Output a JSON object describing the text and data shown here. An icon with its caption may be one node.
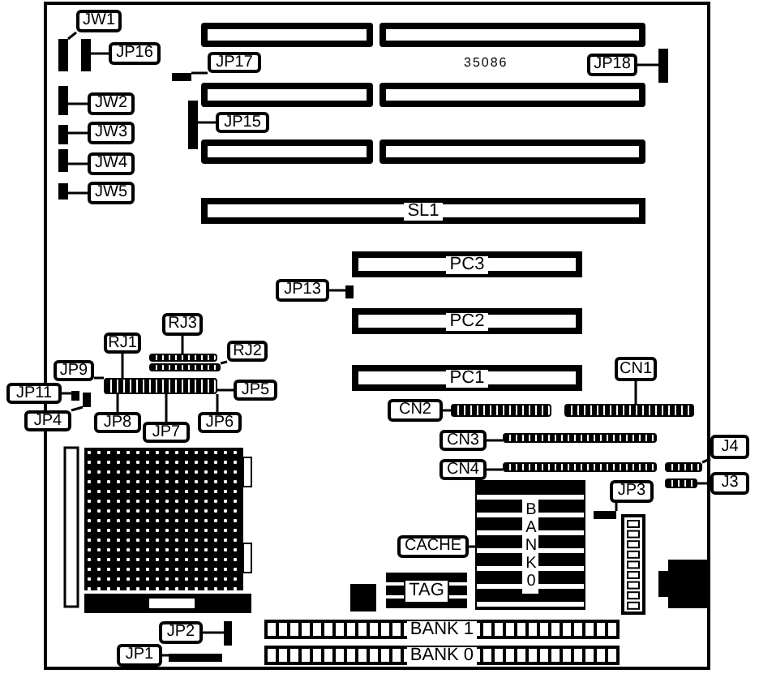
{
  "diagram": {
    "nodes": [
      {
        "text": [
          "JW1"
        ]
      },
      {
        "text": [],
        "shape": "box"
      },
      {
        "text": [
          "JP16"
        ]
      },
      {
        "text": [],
        "shape": "box"
      },
      {
        "text": [],
        "shape": "bar"
      },
      {
        "text": [],
        "shape": "bar"
      },
      {
        "text": [
          "JP17"
        ]
      },
      {
        "text": [],
        "shape": "box"
      },
      {
        "text": [
          "JP18"
        ]
      },
      {
        "text": [],
        "shape": "box"
      },
      {
        "text": [
          "JW2"
        ]
      },
      {
        "text": [],
        "shape": "box"
      },
      {
        "text": [],
        "shape": "bar"
      },
      {
        "text": [],
        "shape": "bar"
      },
      {
        "text": [
          "JP15"
        ]
      },
      {
        "text": [],
        "shape": "box"
      },
      {
        "text": [
          "JW3"
        ]
      },
      {
        "text": [],
        "shape": "box"
      },
      {
        "text": [
          "JW4"
        ]
      },
      {
        "text": [],
        "shape": "box"
      },
      {
        "text": [],
        "shape": "bar"
      },
      {
        "text": [],
        "shape": "bar"
      },
      {
        "text": [
          "JW5"
        ]
      },
      {
        "text": [],
        "shape": "box"
      },
      {
        "text": [
          "SL1"
        ]
      },
      {
        "text": [
          "PC3"
        ]
      },
      {
        "text": [
          "JP13"
        ]
      },
      {
        "text": [],
        "shape": "box"
      },
      {
        "text": [
          "PC2"
        ]
      },
      {
        "text": [
          "RJ3"
        ]
      },
      {
        "text": [
          "RJ1"
        ]
      },
      {
        "text": [
          "RJ2"
        ]
      },
      {
        "text": [
          "PC1"
        ]
      },
      {
        "text": [],
        "shape": "bar"
      },
      {
        "text": [],
        "shape": "bar"
      },
      {
        "text": [
          "JP9"
        ]
      },
      {
        "text": [],
        "shape": "bar"
      },
      {
        "text": [
          "JP5"
        ]
      },
      {
        "text": [
          "JP11"
        ]
      },
      {
        "text": [],
        "shape": "box"
      },
      {
        "text": [
          "JP4"
        ]
      },
      {
        "text": [],
        "shape": "box"
      },
      {
        "text": [
          "JP8"
        ]
      },
      {
        "text": [
          "JP7"
        ]
      },
      {
        "text": [
          "JP6"
        ]
      },
      {
        "text": [
          "CN1"
        ]
      },
      {
        "text": [
          "CN2"
        ]
      },
      {
        "text": [],
        "shape": "bar"
      },
      {
        "text": [],
        "shape": "bar"
      },
      {
        "text": [
          "CN3"
        ]
      },
      {
        "text": [],
        "shape": "bar"
      },
      {
        "text": [
          "CN4"
        ]
      },
      {
        "text": [],
        "shape": "bar"
      },
      {
        "text": [
          "J4"
        ]
      },
      {
        "text": [],
        "shape": "bar"
      },
      {
        "text": [
          "J3"
        ]
      },
      {
        "text": [],
        "shape": "bar"
      },
      {
        "text": [
          "JP3"
        ]
      },
      {
        "text": [],
        "shape": "box"
      },
      {
        "text": [],
        "shape": "box"
      },
      {
        "text": [
          "CACHE"
        ]
      },
      {
        "text": [
          "BANK0"
        ]
      },
      {
        "text": [
          "TAG"
        ]
      },
      {
        "text": [
          "BANK 1"
        ]
      },
      {
        "text": [
          "JP2"
        ]
      },
      {
        "text": [],
        "shape": "box"
      },
      {
        "text": [
          "BANK 0"
        ]
      },
      {
        "text": [
          "JP1"
        ]
      },
      {
        "text": [],
        "shape": "box"
      }
    ],
    "edges": [
      {
        "from": 0,
        "to": 1,
        "arrow": "none"
      },
      {
        "from": 2,
        "to": 3,
        "arrow": "none"
      },
      {
        "from": 6,
        "to": 7,
        "arrow": "none"
      },
      {
        "from": 8,
        "to": 9,
        "arrow": "none"
      },
      {
        "from": 10,
        "to": 11,
        "arrow": "none"
      },
      {
        "from": 14,
        "to": 15,
        "arrow": "none"
      },
      {
        "from": 16,
        "to": 17,
        "arrow": "none"
      },
      {
        "from": 18,
        "to": 19,
        "arrow": "none"
      },
      {
        "from": 22,
        "to": 23,
        "arrow": "none"
      },
      {
        "from": 26,
        "to": 27,
        "arrow": "none"
      },
      {
        "from": 29,
        "to": 33,
        "arrow": "none"
      },
      {
        "from": 30,
        "to": 36,
        "arrow": "none"
      },
      {
        "from": 31,
        "to": 34,
        "arrow": "none"
      },
      {
        "from": 35,
        "to": 36,
        "arrow": "none"
      },
      {
        "from": 37,
        "to": 36,
        "arrow": "none"
      },
      {
        "from": 38,
        "to": 39,
        "arrow": "none"
      },
      {
        "from": 40,
        "to": 41,
        "arrow": "none"
      },
      {
        "from": 42,
        "to": 36,
        "arrow": "none"
      },
      {
        "from": 43,
        "to": 36,
        "arrow": "none"
      },
      {
        "from": 44,
        "to": 36,
        "arrow": "none"
      },
      {
        "from": 45,
        "to": 48,
        "arrow": "none"
      },
      {
        "from": 46,
        "to": 47,
        "arrow": "none"
      },
      {
        "from": 49,
        "to": 50,
        "arrow": "none"
      },
      {
        "from": 51,
        "to": 52,
        "arrow": "none"
      },
      {
        "from": 53,
        "to": 54,
        "arrow": "none"
      },
      {
        "from": 55,
        "to": 56,
        "arrow": "none"
      },
      {
        "from": 57,
        "to": 58,
        "arrow": "none"
      },
      {
        "from": 60,
        "to": 61,
        "arrow": "none"
      },
      {
        "from": 64,
        "to": 65,
        "arrow": "none"
      },
      {
        "from": 67,
        "to": 68,
        "arrow": "none"
      }
    ],
    "labels": [
      "35086"
    ]
  }
}
